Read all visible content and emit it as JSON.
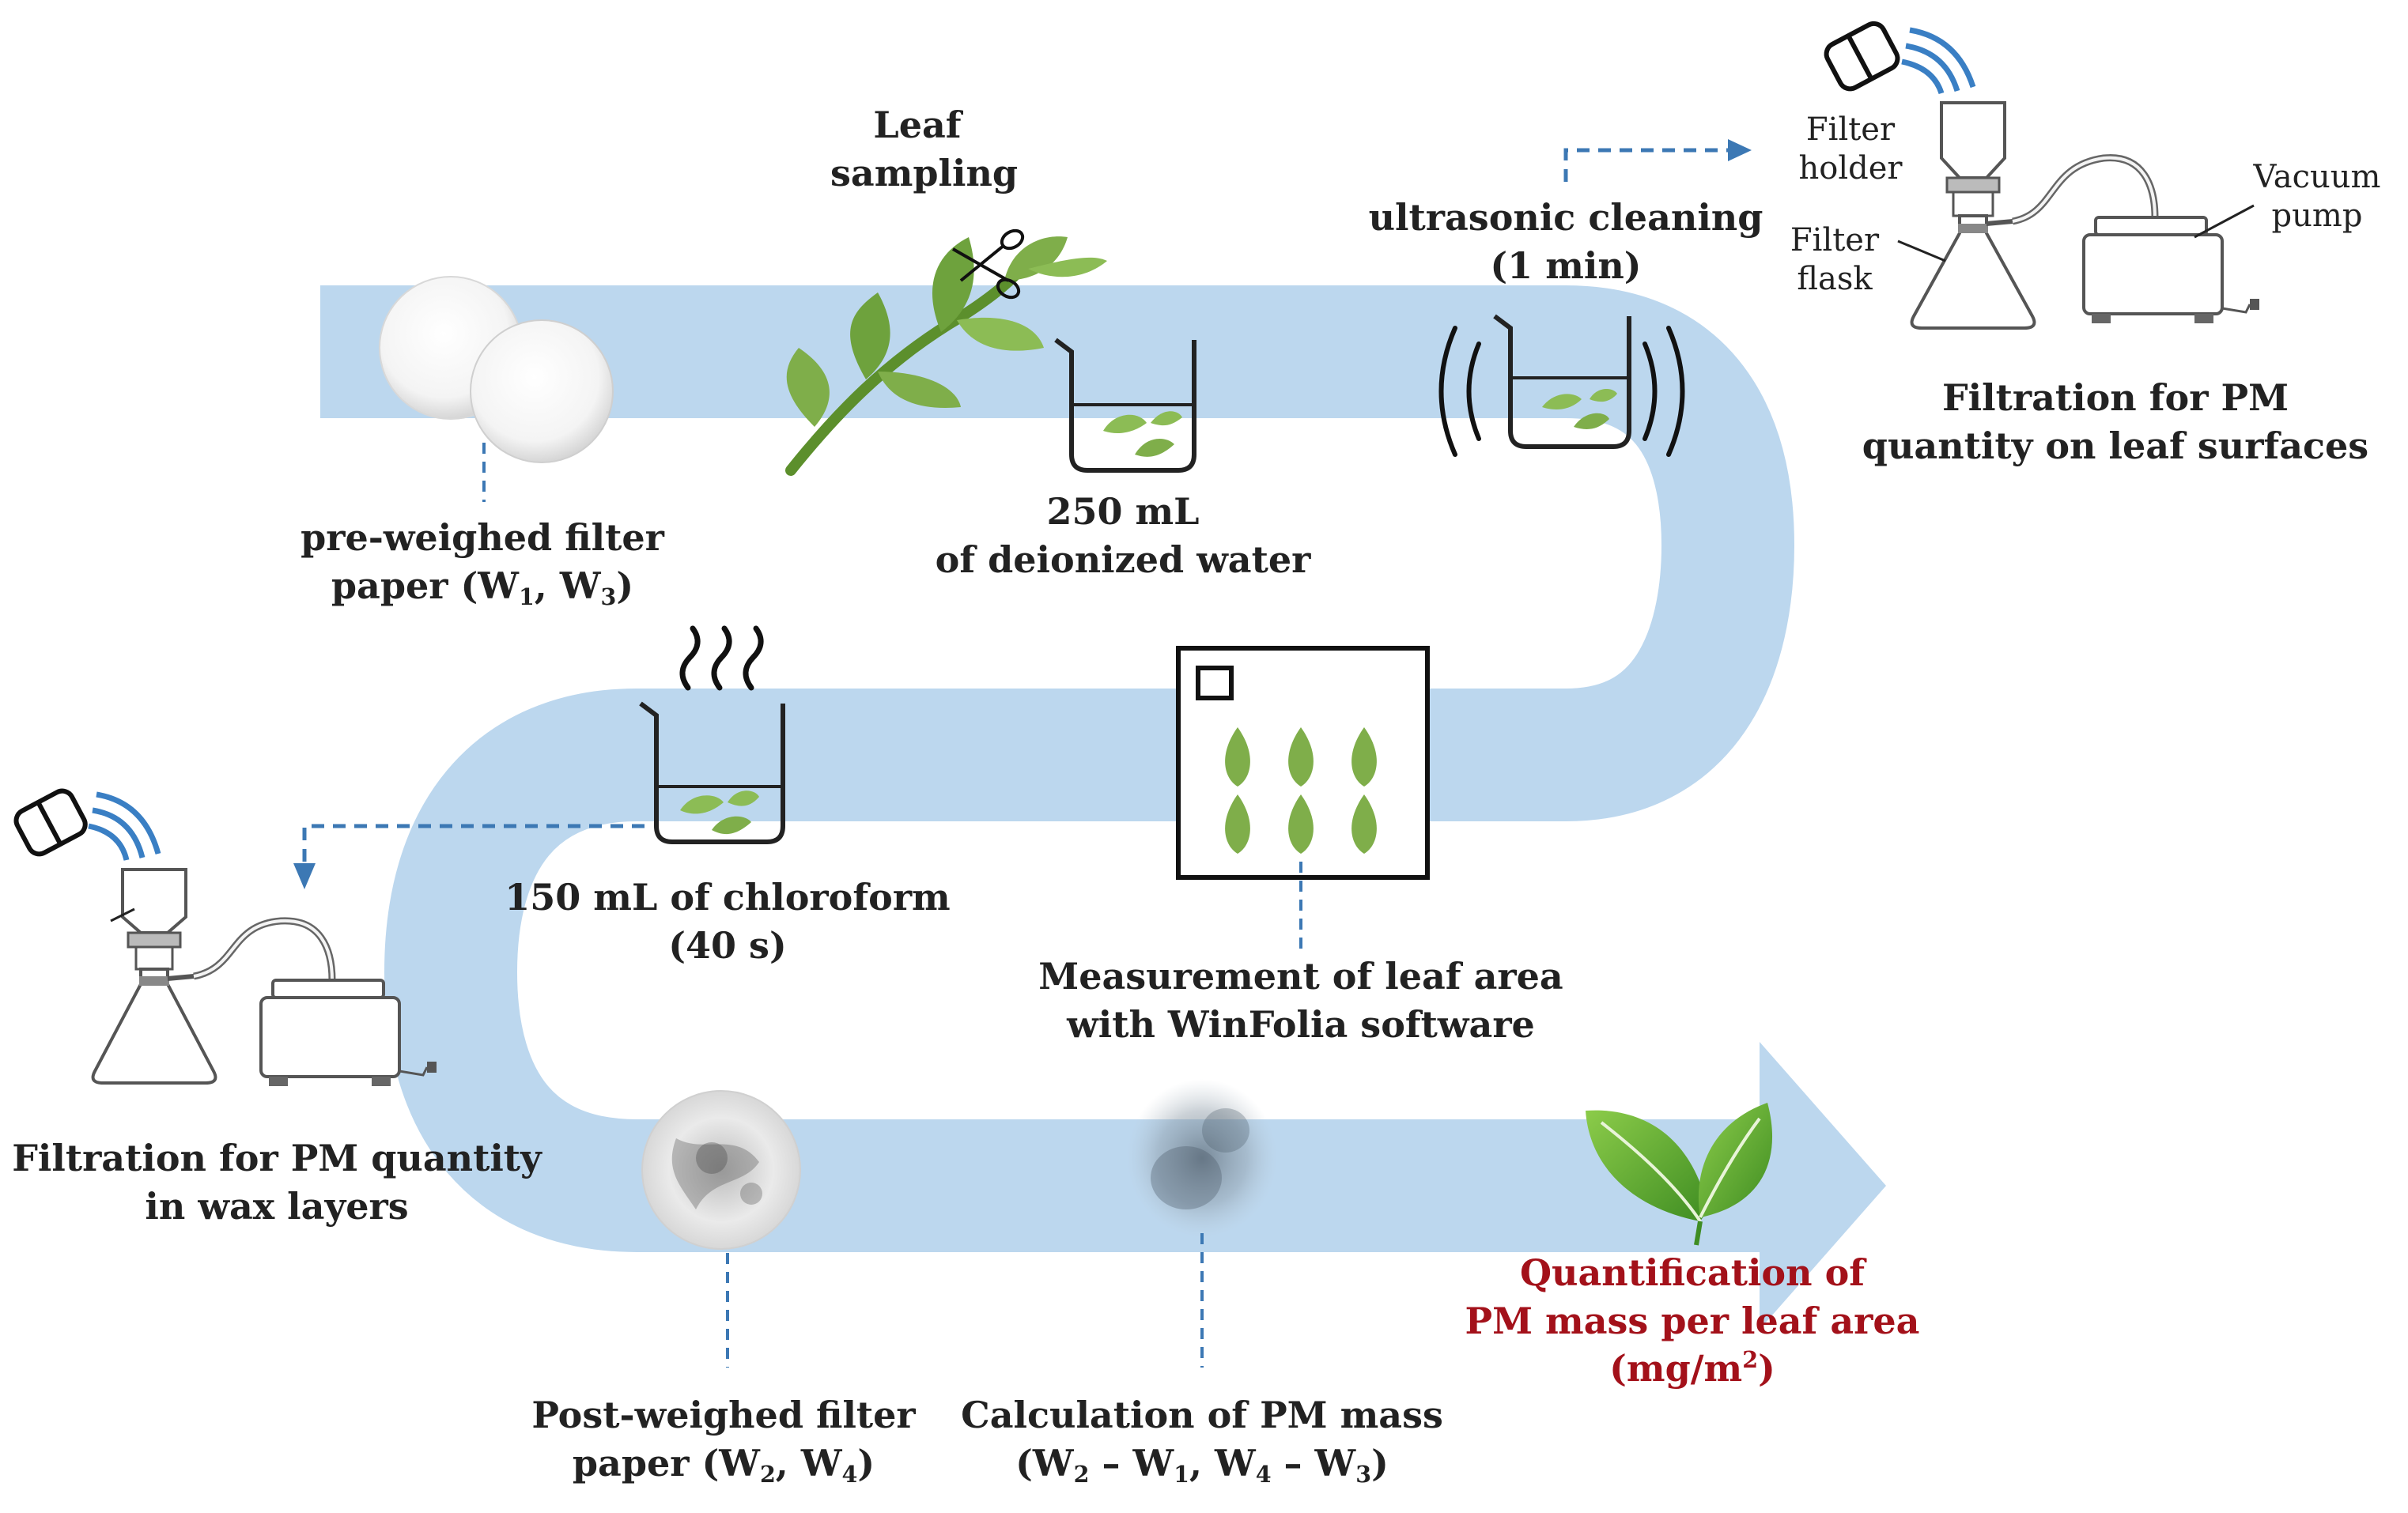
{
  "labels": {
    "leaf_sampling_1": "Leaf",
    "leaf_sampling_2": "sampling",
    "ultrasonic_1": "ultrasonic cleaning",
    "ultrasonic_2": "(1 min)",
    "filter_holder_1": "Filter",
    "filter_holder_2": "holder",
    "filter_flask_1": "Filter",
    "filter_flask_2": "flask",
    "vacuum_pump_1": "Vacuum",
    "vacuum_pump_2": "pump",
    "filtration_surface_1": "Filtration for PM",
    "filtration_surface_2": "quantity on leaf surfaces",
    "preweighed_1": "pre-weighed filter",
    "preweighed_2_pre": "paper (W",
    "preweighed_2_sub1": "1",
    "preweighed_2_mid": ", W",
    "preweighed_2_sub2": "3",
    "preweighed_2_post": ")",
    "water_1": "250 mL",
    "water_2": "of deionized water",
    "chloroform_1": "150 mL of chloroform",
    "chloroform_2": "(40 s)",
    "leaf_area_1": "Measurement of leaf area",
    "leaf_area_2": "with WinFolia software",
    "filtration_wax_1": "Filtration for PM quantity",
    "filtration_wax_2": "in wax layers",
    "postweighed_1": "Post-weighed filter",
    "postweighed_2_pre": "paper (W",
    "postweighed_2_sub1": "2",
    "postweighed_2_mid": ", W",
    "postweighed_2_sub2": "4",
    "postweighed_2_post": ")",
    "calc_1": "Calculation of PM mass",
    "calc_2_a": "(W",
    "calc_2_s1": "2",
    "calc_2_b": " – W",
    "calc_2_s2": "1",
    "calc_2_c": ", W",
    "calc_2_s3": "4",
    "calc_2_d": " – W",
    "calc_2_s4": "3",
    "calc_2_e": ")",
    "quant_1": "Quantification of",
    "quant_2": "PM mass per leaf area",
    "quant_3_pre": "(mg/m",
    "quant_3_sup": "2",
    "quant_3_post": ")"
  },
  "colors": {
    "flow_band": "#bcd7ee",
    "leaf_green": "#7fae4a",
    "leaf_dark": "#5c8f2c",
    "dashed_blue": "#3c78b4",
    "signal_blue": "#3a7fc4",
    "outline": "#222222",
    "red_text": "#a3111a"
  }
}
